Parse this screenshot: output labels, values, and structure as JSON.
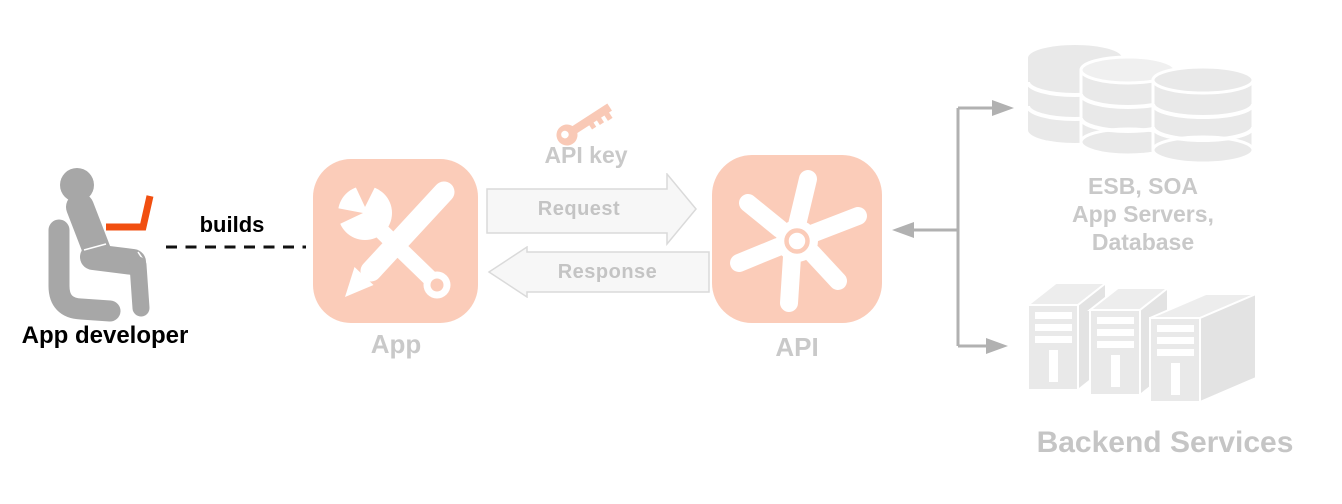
{
  "diagram": {
    "title_implicit": "App developer builds an App that calls an API in front of backend services",
    "developer": {
      "label": "App developer",
      "action": "builds"
    },
    "app": {
      "label": "App"
    },
    "api_key": {
      "label": "API key"
    },
    "flow": {
      "request_label": "Request",
      "response_label": "Response"
    },
    "api": {
      "label": "API"
    },
    "backend": {
      "datastores_lines": [
        "ESB, SOA",
        "App Servers,",
        "Database"
      ],
      "services_label": "Backend Services"
    },
    "icons": [
      "developer-icon",
      "laptop-icon",
      "wrench-pencil-icon",
      "key-icon",
      "gear-icon",
      "database-stack-icon",
      "server-towers-icon"
    ],
    "colors": {
      "tile_salmon": "#fbccb9",
      "laptop_orange": "#f14f10",
      "person_gray": "#a7a7a7",
      "faded_label_gray": "#c8c8c8",
      "flow_arrow_fill": "#f7f7f7",
      "flow_arrow_border": "#dadada",
      "connector_gray": "#b1b1b1",
      "backend_shape_gray": "#e9e9e9",
      "emphasis_text": "#000000"
    }
  }
}
